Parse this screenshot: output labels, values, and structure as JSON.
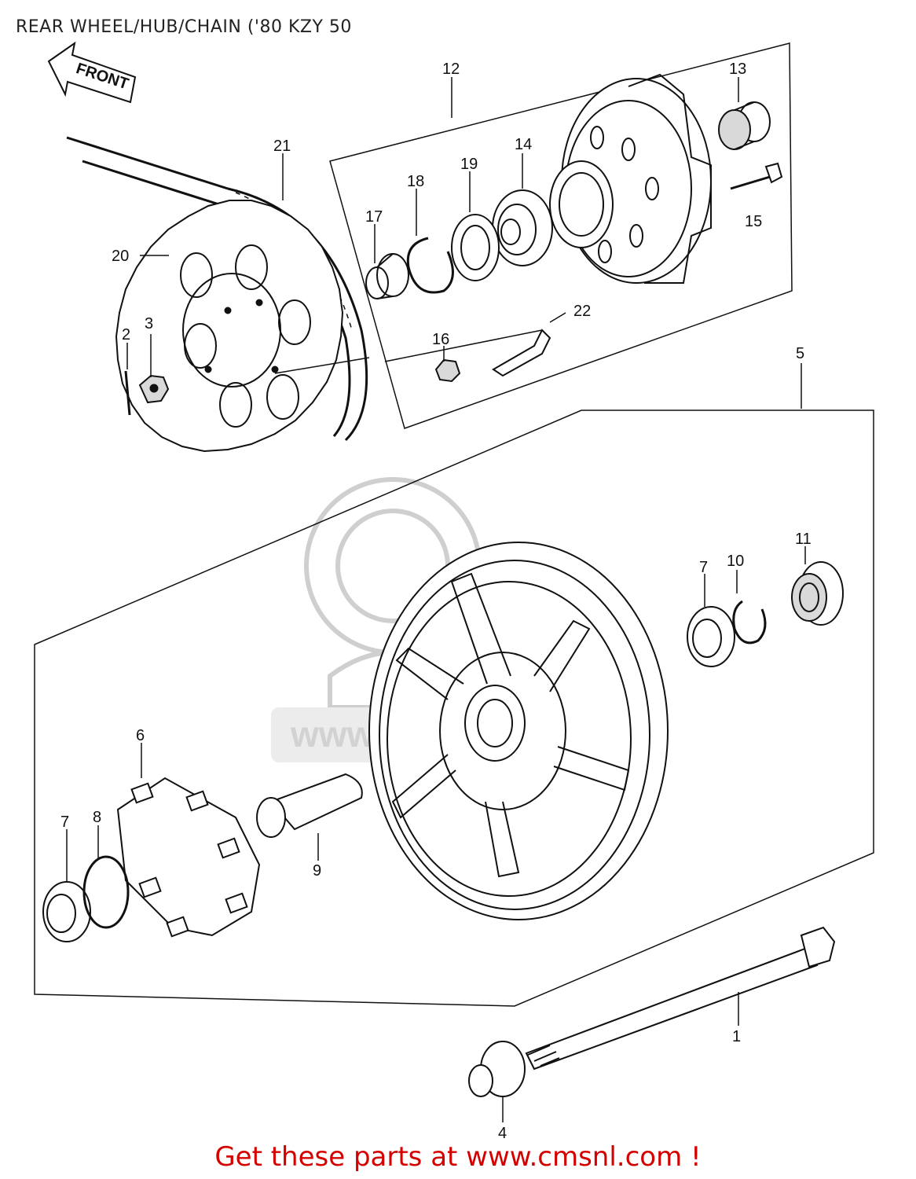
{
  "title": "REAR WHEEL/HUB/CHAIN ('80 KZY 50",
  "front_arrow_label": "FRONT",
  "watermark": "www.cmsnl.com",
  "footer_link": "Get these parts at www.cmsnl.com !",
  "colors": {
    "footer": "#d40000",
    "line": "#111111",
    "watermark": "#d2d2d2"
  },
  "callouts": {
    "c1": "1",
    "c2": "2",
    "c3": "3",
    "c4": "4",
    "c5": "5",
    "c6": "6",
    "c7a": "7",
    "c7b": "7",
    "c8": "8",
    "c9": "9",
    "c10": "10",
    "c11": "11",
    "c12": "12",
    "c13": "13",
    "c14": "14",
    "c15": "15",
    "c16": "16",
    "c17": "17",
    "c18": "18",
    "c19": "19",
    "c20": "20",
    "c21": "21",
    "c22": "22"
  }
}
